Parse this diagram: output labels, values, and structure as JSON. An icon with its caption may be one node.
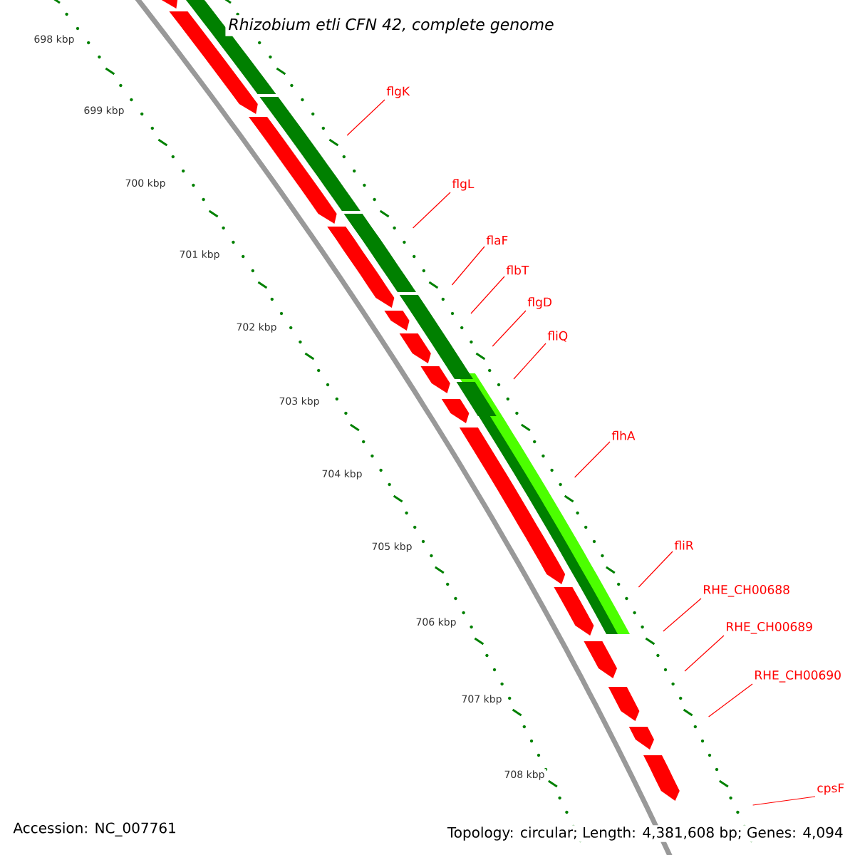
{
  "diagram": {
    "title": "*Rhizobium etli* CFN 42, complete genome",
    "nodes": [
      {
        "text": [
          "flgK"
        ]
      },
      {
        "text": [
          "flgL"
        ]
      },
      {
        "text": [
          "flaF"
        ]
      },
      {
        "text": [
          "flbT"
        ]
      },
      {
        "text": [
          "flgD"
        ]
      },
      {
        "text": [
          "fliQ"
        ]
      },
      {
        "text": [
          "flhA"
        ]
      },
      {
        "text": [
          "fliR"
        ]
      },
      {
        "text": [
          "RHE_CH00688"
        ]
      },
      {
        "text": [
          "RHE_CH00689"
        ]
      },
      {
        "text": [
          "RHE_CH00690"
        ]
      },
      {
        "text": [
          "cpsF"
        ]
      }
    ],
    "edges": [
      {
        "from": 0,
        "to": null,
        "arrow": "none"
      },
      {
        "from": 1,
        "to": null,
        "arrow": "none"
      },
      {
        "from": 2,
        "to": null,
        "arrow": "none"
      },
      {
        "from": 3,
        "to": null,
        "arrow": "none"
      },
      {
        "from": 4,
        "to": null,
        "arrow": "none"
      },
      {
        "from": 5,
        "to": null,
        "arrow": "none"
      },
      {
        "from": 6,
        "to": null,
        "arrow": "none"
      },
      {
        "from": 7,
        "to": null,
        "arrow": "none"
      },
      {
        "from": 8,
        "to": null,
        "arrow": "none"
      },
      {
        "from": 9,
        "to": null,
        "arrow": "none"
      },
      {
        "from": 10,
        "to": null,
        "arrow": "none"
      },
      {
        "from": 11,
        "to": null,
        "arrow": "none"
      }
    ],
    "labels": [
      "698 kbp",
      "699 kbp",
      "700 kbp",
      "701 kbp",
      "702 kbp",
      "703 kbp",
      "704 kbp",
      "705 kbp",
      "706 kbp",
      "707 kbp",
      "708 kbp",
      "Accession: NC_007761",
      "Topology: circular; Length: 4,381,608 bp; Genes: 4,094"
    ]
  }
}
